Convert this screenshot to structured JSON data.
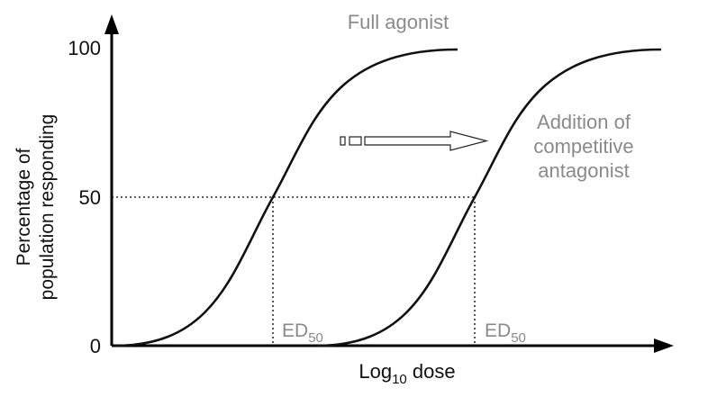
{
  "figure": {
    "y_axis_label_line1": "Percentage of",
    "y_axis_label_line2": "population responding",
    "x_axis_label_main": "Log",
    "x_axis_label_sub": "10",
    "x_axis_label_tail": " dose",
    "y_ticks": [
      "100",
      "50",
      "0"
    ],
    "curve1_label": "Full agonist",
    "curve2_label_line1": "Addition of",
    "curve2_label_line2": "competitive",
    "curve2_label_line3": "antagonist",
    "ed_main": "ED",
    "ed_sub": "50"
  },
  "colors": {
    "curve": "#111111",
    "annotation": "#8a8a8a",
    "axis": "#000000"
  }
}
